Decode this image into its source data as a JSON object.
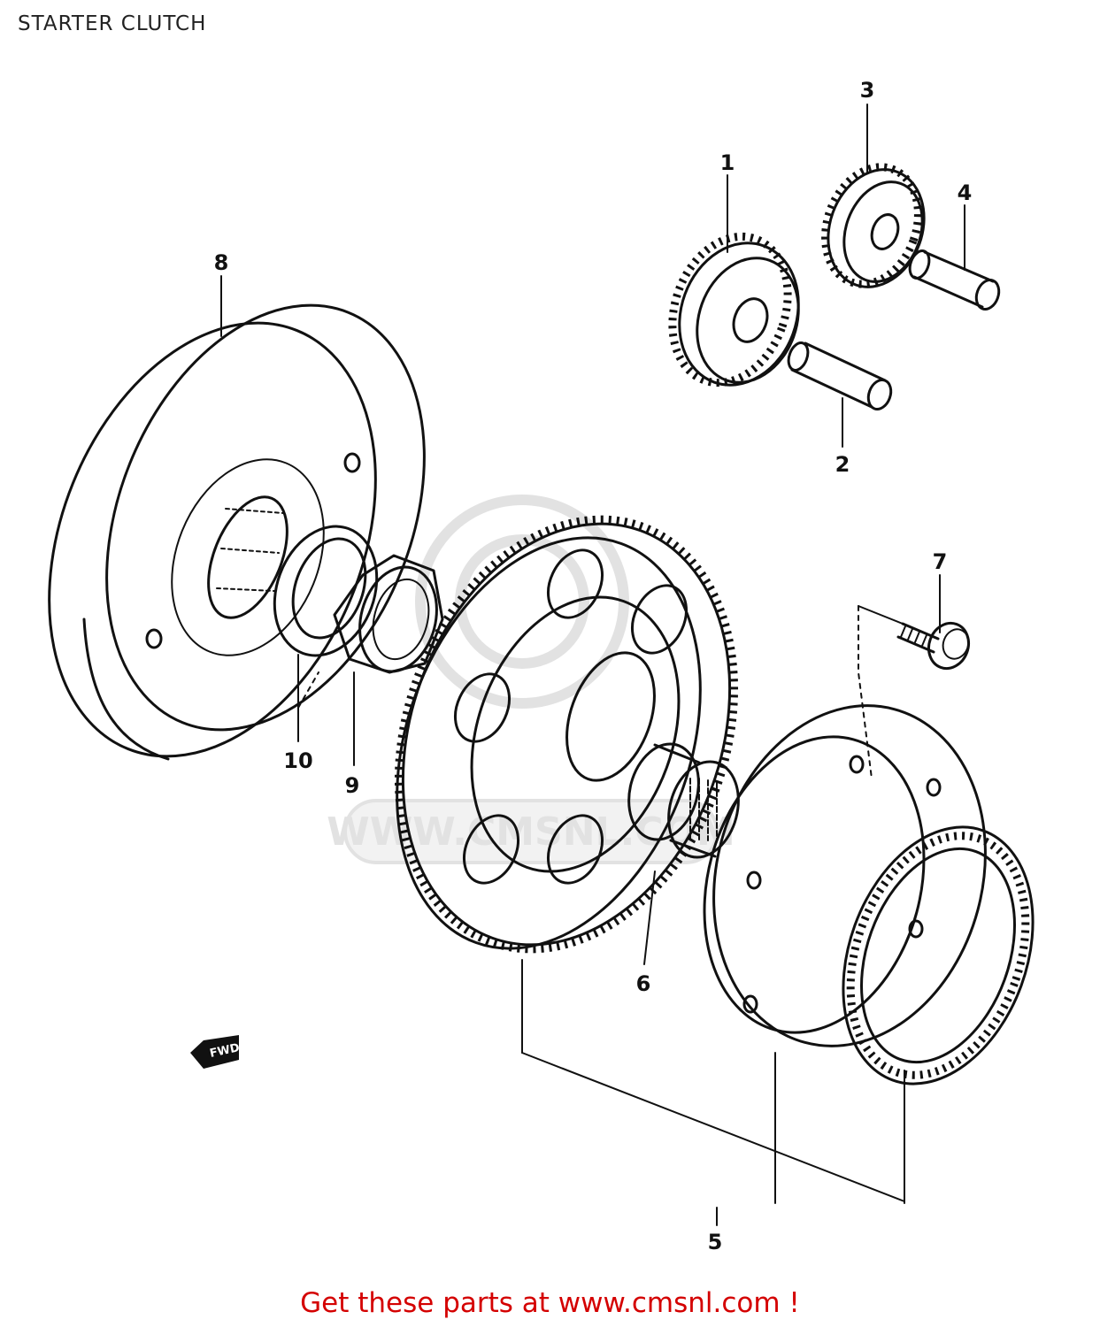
{
  "title": "STARTER CLUTCH",
  "watermark": {
    "text": "WWW.CMSNL.COM"
  },
  "callouts": [
    {
      "id": "1",
      "label": "1"
    },
    {
      "id": "2",
      "label": "2"
    },
    {
      "id": "3",
      "label": "3"
    },
    {
      "id": "4",
      "label": "4"
    },
    {
      "id": "5",
      "label": "5"
    },
    {
      "id": "6",
      "label": "6"
    },
    {
      "id": "7",
      "label": "7"
    },
    {
      "id": "8",
      "label": "8"
    },
    {
      "id": "9",
      "label": "9"
    },
    {
      "id": "10",
      "label": "10"
    }
  ],
  "fwd_marker": "FWD",
  "footer": {
    "text": "Get these parts at www.cmsnl.com !",
    "color": "#d40000"
  }
}
